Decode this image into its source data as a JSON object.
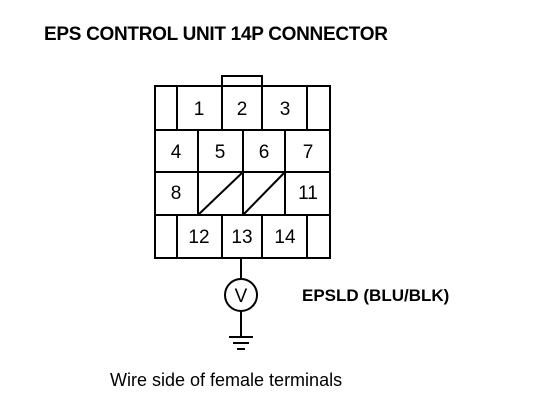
{
  "title": "EPS CONTROL UNIT 14P CONNECTOR",
  "terminal_label": "EPSLD (BLU/BLK)",
  "caption": "Wire side of female terminals",
  "pins": [
    "1",
    "2",
    "3",
    "4",
    "5",
    "6",
    "7",
    "8",
    "11",
    "12",
    "13",
    "14"
  ],
  "meter_symbol": "V"
}
